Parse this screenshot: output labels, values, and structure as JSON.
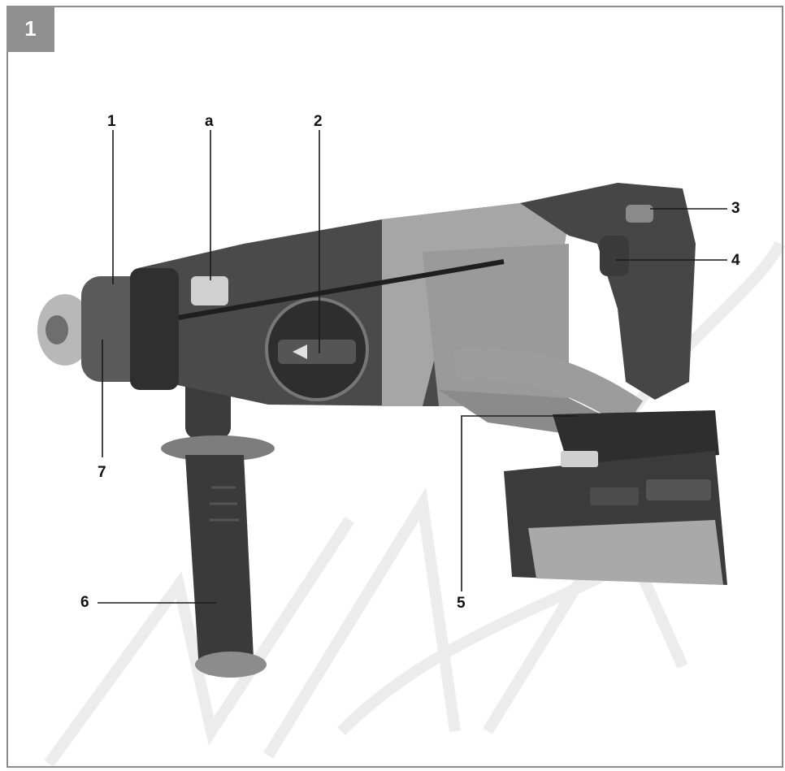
{
  "figure": {
    "number": "1"
  },
  "callouts": {
    "c1": "1",
    "ca": "a",
    "c2": "2",
    "c3": "3",
    "c4": "4",
    "c5": "5",
    "c6": "6",
    "c7": "7"
  },
  "colors": {
    "frame": "#8a8a8a",
    "badge": "#8f8f8f",
    "tool_dark": "#3a3a3a",
    "tool_light": "#9a9a9a"
  },
  "icons": [
    "power-x-change-battery-icon",
    "watermark-logo"
  ]
}
